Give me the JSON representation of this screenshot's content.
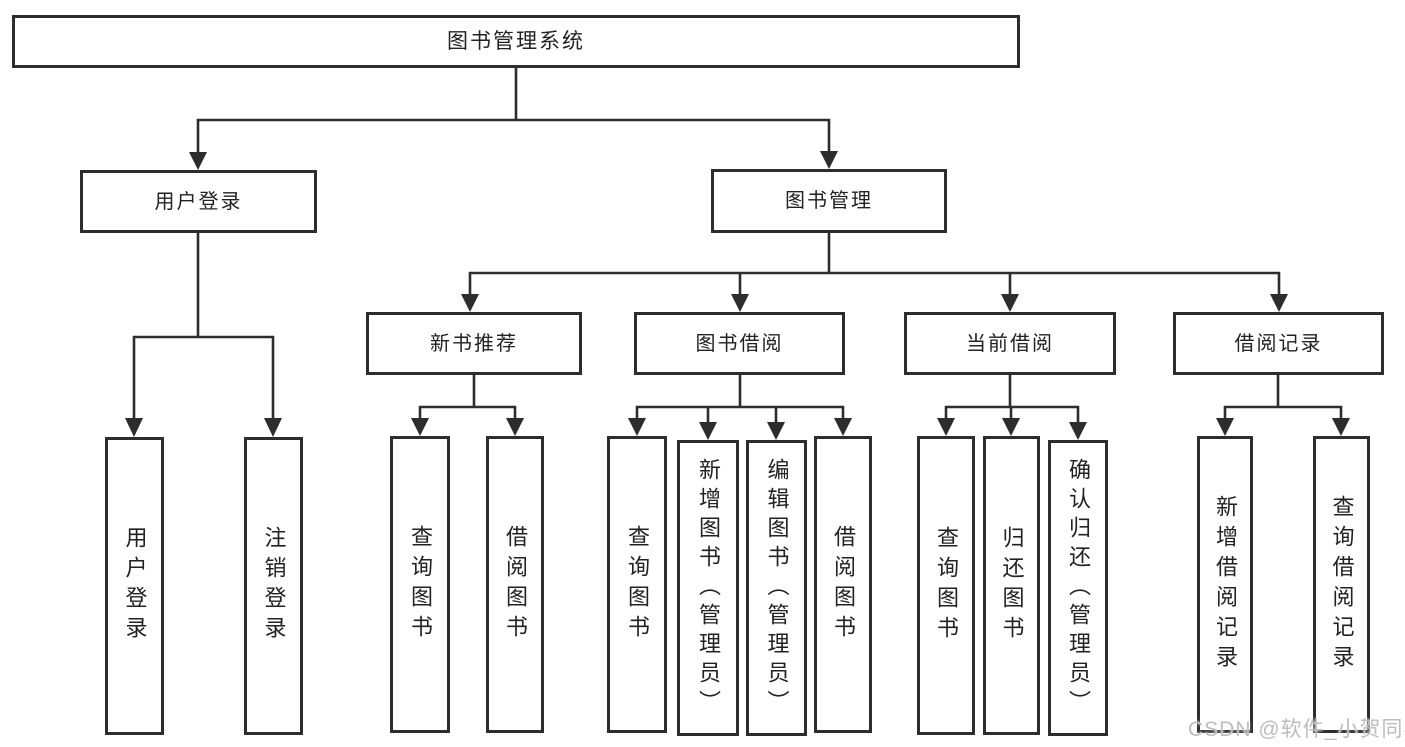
{
  "diagram_title": "图书管理系统",
  "tree": {
    "label": "图书管理系统",
    "children": [
      {
        "label": "用户登录",
        "children": [
          {
            "label": "用户登录"
          },
          {
            "label": "注销登录"
          }
        ]
      },
      {
        "label": "图书管理",
        "children": [
          {
            "label": "新书推荐",
            "children": [
              {
                "label": "查询图书"
              },
              {
                "label": "借阅图书"
              }
            ]
          },
          {
            "label": "图书借阅",
            "children": [
              {
                "label": "查询图书"
              },
              {
                "label": "新增图书（管理员）"
              },
              {
                "label": "编辑图书（管理员）"
              },
              {
                "label": "借阅图书"
              }
            ]
          },
          {
            "label": "当前借阅",
            "children": [
              {
                "label": "查询图书"
              },
              {
                "label": "归还图书"
              },
              {
                "label": "确认归还（管理员）"
              }
            ]
          },
          {
            "label": "借阅记录",
            "children": [
              {
                "label": "新增借阅记录"
              },
              {
                "label": "查询借阅记录"
              }
            ]
          }
        ]
      }
    ]
  },
  "watermark": "CSDN @软件_小贺同学",
  "colors": {
    "line": "#2d2d2d",
    "box_border": "#2d2d2d",
    "box_fill": "#ffffff",
    "text": "#222222",
    "background": "#ffffff",
    "watermark": "#bdbdbd"
  }
}
